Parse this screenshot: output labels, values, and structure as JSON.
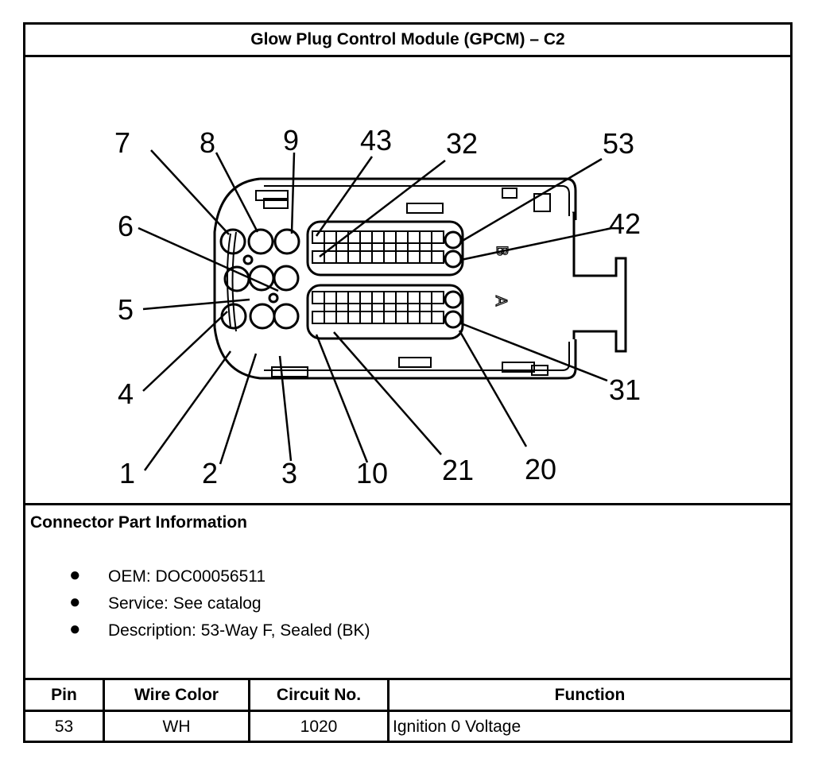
{
  "title": "Glow Plug Control Module (GPCM) – C2",
  "diagram": {
    "pin_labels": [
      "7",
      "8",
      "9",
      "43",
      "32",
      "53",
      "6",
      "42",
      "5",
      "4",
      "31",
      "1",
      "2",
      "3",
      "10",
      "21",
      "20"
    ]
  },
  "connector_info": {
    "heading": "Connector Part Information",
    "items": [
      "OEM: DOC00056511",
      "Service: See catalog",
      "Description: 53-Way F, Sealed (BK)"
    ]
  },
  "pin_table": {
    "headers": [
      "Pin",
      "Wire Color",
      "Circuit No.",
      "Function"
    ],
    "rows": [
      [
        "53",
        "WH",
        "1020",
        "Ignition 0 Voltage"
      ]
    ]
  }
}
